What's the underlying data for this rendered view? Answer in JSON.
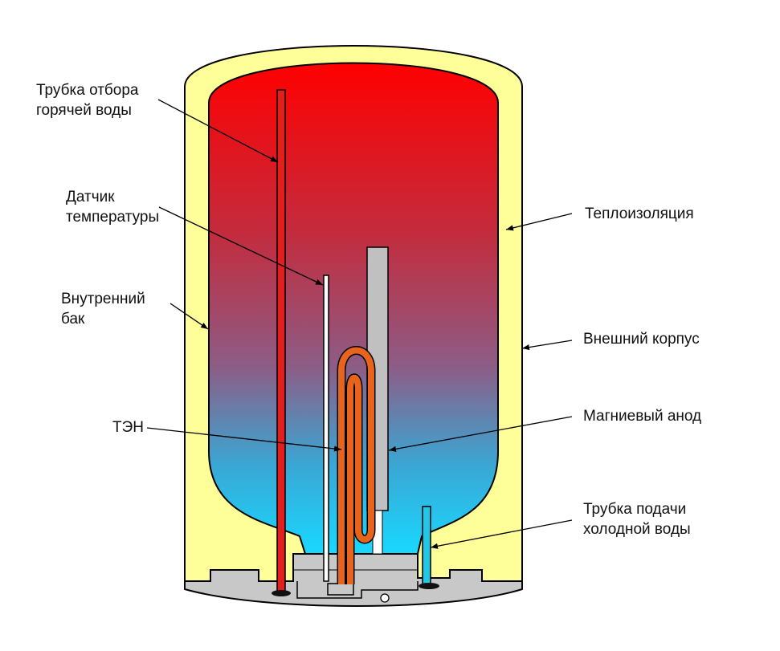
{
  "labels": {
    "hot_pipe": [
      "Трубка отбора",
      "горячей воды"
    ],
    "temp_sensor": [
      "Датчик",
      "температуры"
    ],
    "inner_tank": [
      "Внутренний",
      "бак"
    ],
    "heating_element": "ТЭН",
    "insulation": "Теплоизоляция",
    "outer_casing": "Внешний корпус",
    "anode": "Магниевый анод",
    "cold_pipe": [
      "Трубка подачи",
      "холодной воды"
    ]
  },
  "colors": {
    "insulation_yellow": "#ffff99",
    "hot_water_red": "#ff0000",
    "cold_water_cyan": "#19d8ff",
    "mid_water": "#8c5d86",
    "hot_pipe": "#e21f1f",
    "heating_element": "#e8641c",
    "anode": "#c0c0c0",
    "base_gray": "#c8c8c8",
    "cold_pipe": "#22c6e6",
    "outline": "#000000"
  }
}
